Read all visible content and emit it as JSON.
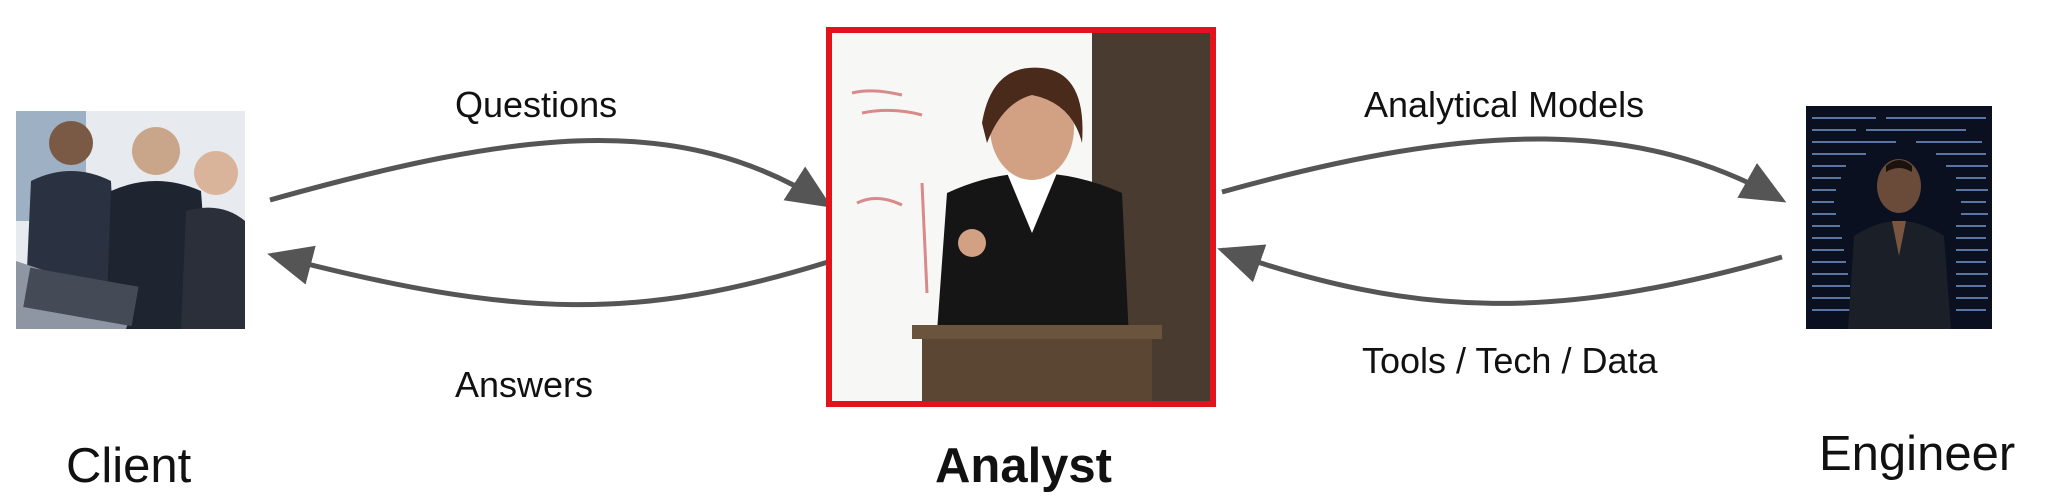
{
  "nodes": {
    "client": {
      "label": "Client",
      "emphasis": false,
      "image": "business-team-at-laptop-photo"
    },
    "analyst": {
      "label": "Analyst",
      "emphasis": true,
      "image": "presenter-at-whiteboard-photo",
      "border_color": "#e3131b"
    },
    "engineer": {
      "label": "Engineer",
      "emphasis": false,
      "image": "engineer-with-code-screens-photo"
    }
  },
  "edges": [
    {
      "from": "client",
      "to": "analyst",
      "label": "Questions"
    },
    {
      "from": "analyst",
      "to": "client",
      "label": "Answers"
    },
    {
      "from": "analyst",
      "to": "engineer",
      "label": "Analytical Models"
    },
    {
      "from": "engineer",
      "to": "analyst",
      "label": "Tools / Tech / Data"
    }
  ],
  "colors": {
    "arrow": "#555555",
    "highlight_border": "#e3131b",
    "text": "#111111"
  }
}
